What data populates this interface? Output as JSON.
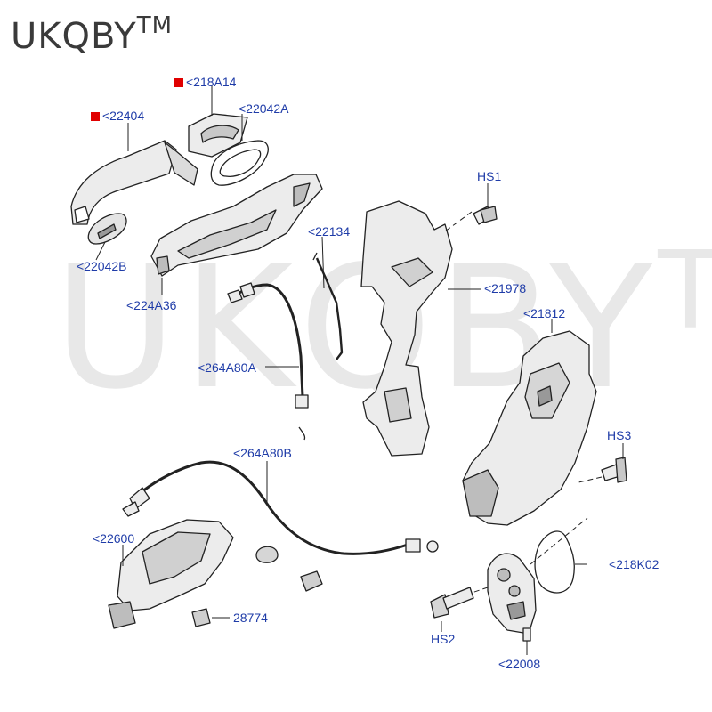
{
  "brand": {
    "text": "UKQBY",
    "mark": "TM"
  },
  "watermark": {
    "text": "UKQBY",
    "mark": "TM"
  },
  "colors": {
    "label": "#1f3ca8",
    "marker": "#e00000",
    "line": "#222222",
    "watermark": "#d6d6d6"
  },
  "labels": {
    "p218A14": "<218A14",
    "p22404": "<22404",
    "p22042A": "<22042A",
    "p22042B": "<22042B",
    "p224A36": "<224A36",
    "p22134": "<22134",
    "pHS1": "HS1",
    "p21978": "<21978",
    "p21812": "<21812",
    "p264A80A": "<264A80A",
    "p264A80B": "<264A80B",
    "pHS3": "HS3",
    "p22600": "<22600",
    "p218K02": "<218K02",
    "p28774": "28774",
    "pHS2": "HS2",
    "p22008": "<22008"
  }
}
